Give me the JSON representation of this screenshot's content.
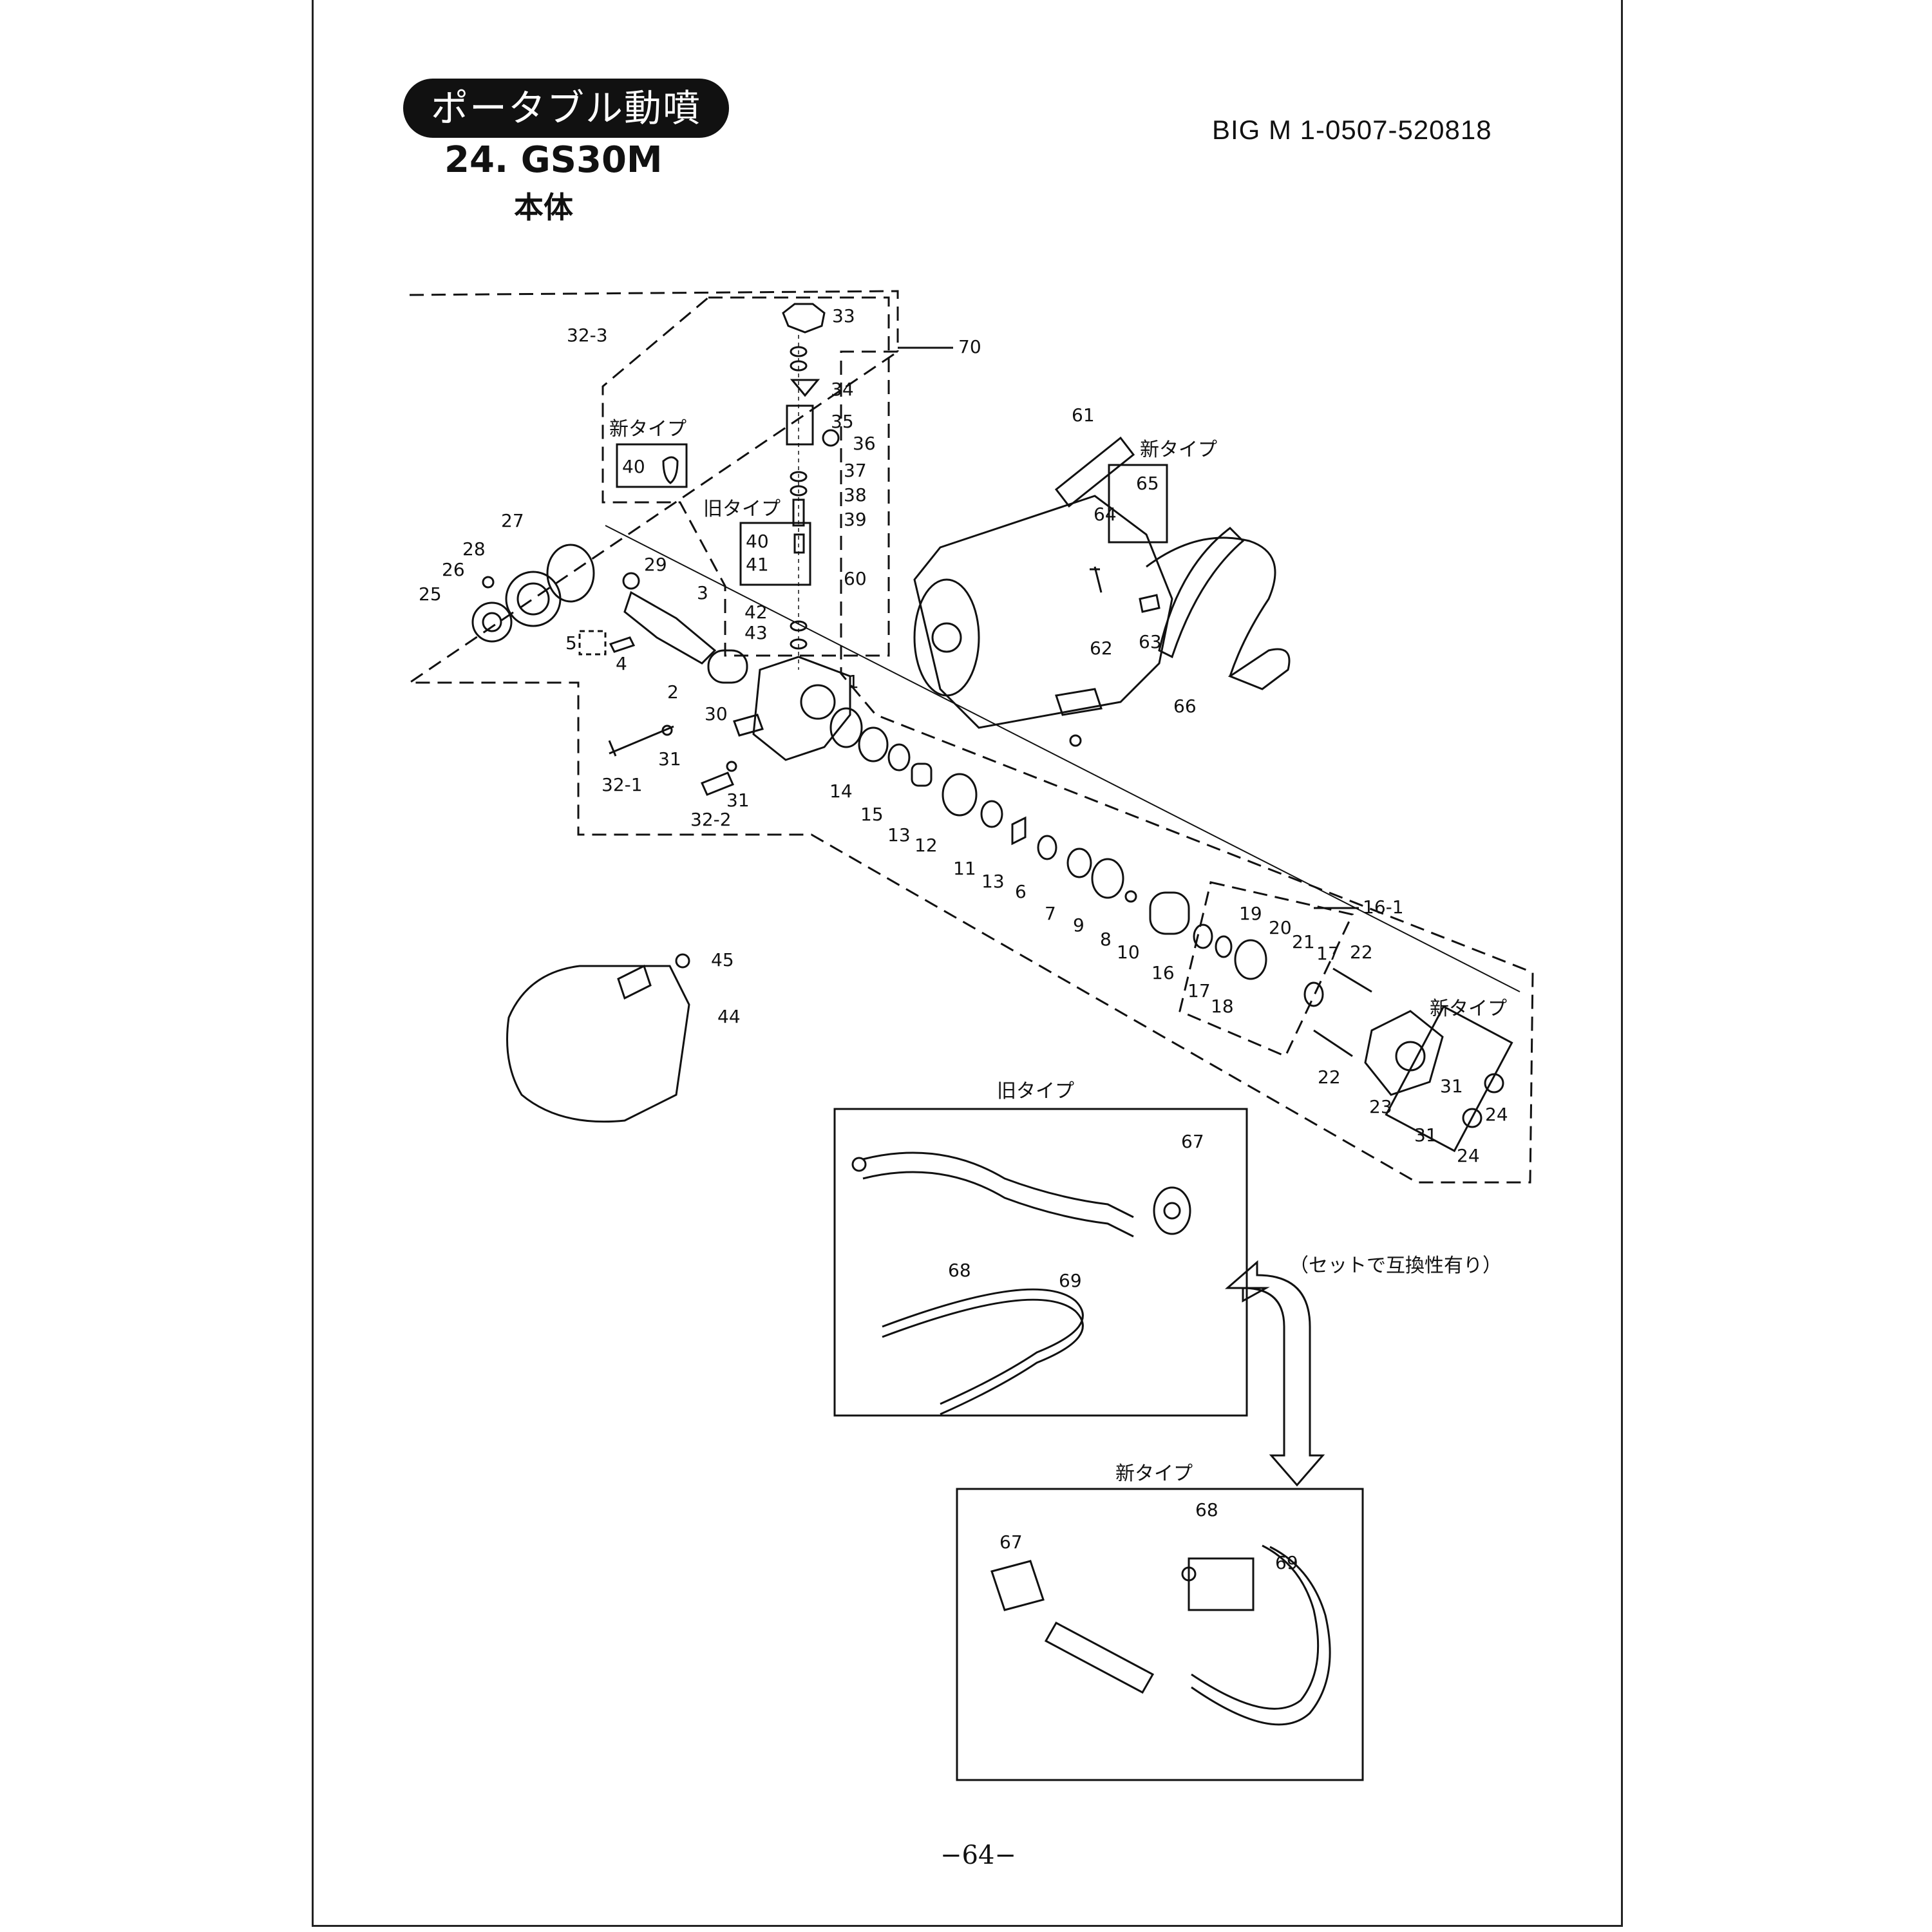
{
  "header": {
    "category": "ポータブル動噴",
    "model": "24. GS30M",
    "section": "本体",
    "doc_code": "BIG M 1-0507-520818"
  },
  "footer": {
    "page_number": "−64−"
  },
  "notes": {
    "interchange": "（セットで互換性有り）"
  },
  "variant_labels": {
    "new_type": "新タイプ",
    "old_type": "旧タイプ"
  },
  "parts": {
    "p1": "1",
    "p2": "2",
    "p3": "3",
    "p4": "4",
    "p5": "5",
    "p6": "6",
    "p7": "7",
    "p8": "8",
    "p9": "9",
    "p10": "10",
    "p11": "11",
    "p12": "12",
    "p13a": "13",
    "p13b": "13",
    "p14": "14",
    "p15": "15",
    "p16": "16",
    "p16_1": "16-1",
    "p17a": "17",
    "p17b": "17",
    "p18": "18",
    "p19": "19",
    "p20": "20",
    "p21": "21",
    "p22a": "22",
    "p22b": "22",
    "p23": "23",
    "p24a": "24",
    "p24b": "24",
    "p25": "25",
    "p26": "26",
    "p27": "27",
    "p28": "28",
    "p29": "29",
    "p30": "30",
    "p31a": "31",
    "p31b": "31",
    "p31c": "31",
    "p31d": "31",
    "p32_1": "32-1",
    "p32_2": "32-2",
    "p32_3": "32-3",
    "p33": "33",
    "p34": "34",
    "p35": "35",
    "p36": "36",
    "p37": "37",
    "p38": "38",
    "p39": "39",
    "p40a": "40",
    "p40b": "40",
    "p41": "41",
    "p42": "42",
    "p43": "43",
    "p44": "44",
    "p45": "45",
    "p60": "60",
    "p61": "61",
    "p62": "62",
    "p63": "63",
    "p64": "64",
    "p65": "65",
    "p66": "66",
    "p67a": "67",
    "p67b": "67",
    "p68a": "68",
    "p68b": "68",
    "p69a": "69",
    "p69b": "69",
    "p70": "70"
  }
}
